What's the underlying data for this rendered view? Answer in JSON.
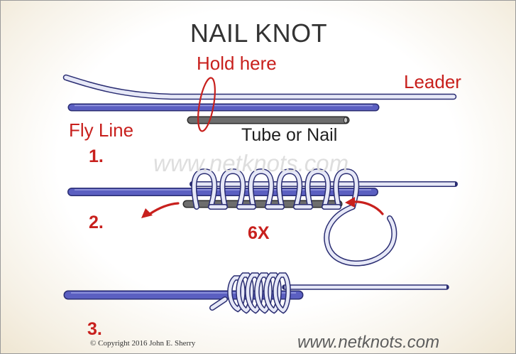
{
  "title": "NAIL KNOT",
  "labels": {
    "hold_here": "Hold here",
    "leader": "Leader",
    "fly_line": "Fly Line",
    "tube_or_nail": "Tube or Nail",
    "wrap_count": "6X"
  },
  "steps": [
    "1.",
    "2.",
    "3."
  ],
  "watermark": "www.netknots.com",
  "footer": {
    "copyright": "© Copyright  2016  John E. Sherry",
    "site": "www.netknots.com"
  },
  "colors": {
    "fly_line": "#5b5fc1",
    "leader": "#e6e8f7",
    "tube": "#6d6d6d",
    "accent_red": "#c8201d"
  }
}
